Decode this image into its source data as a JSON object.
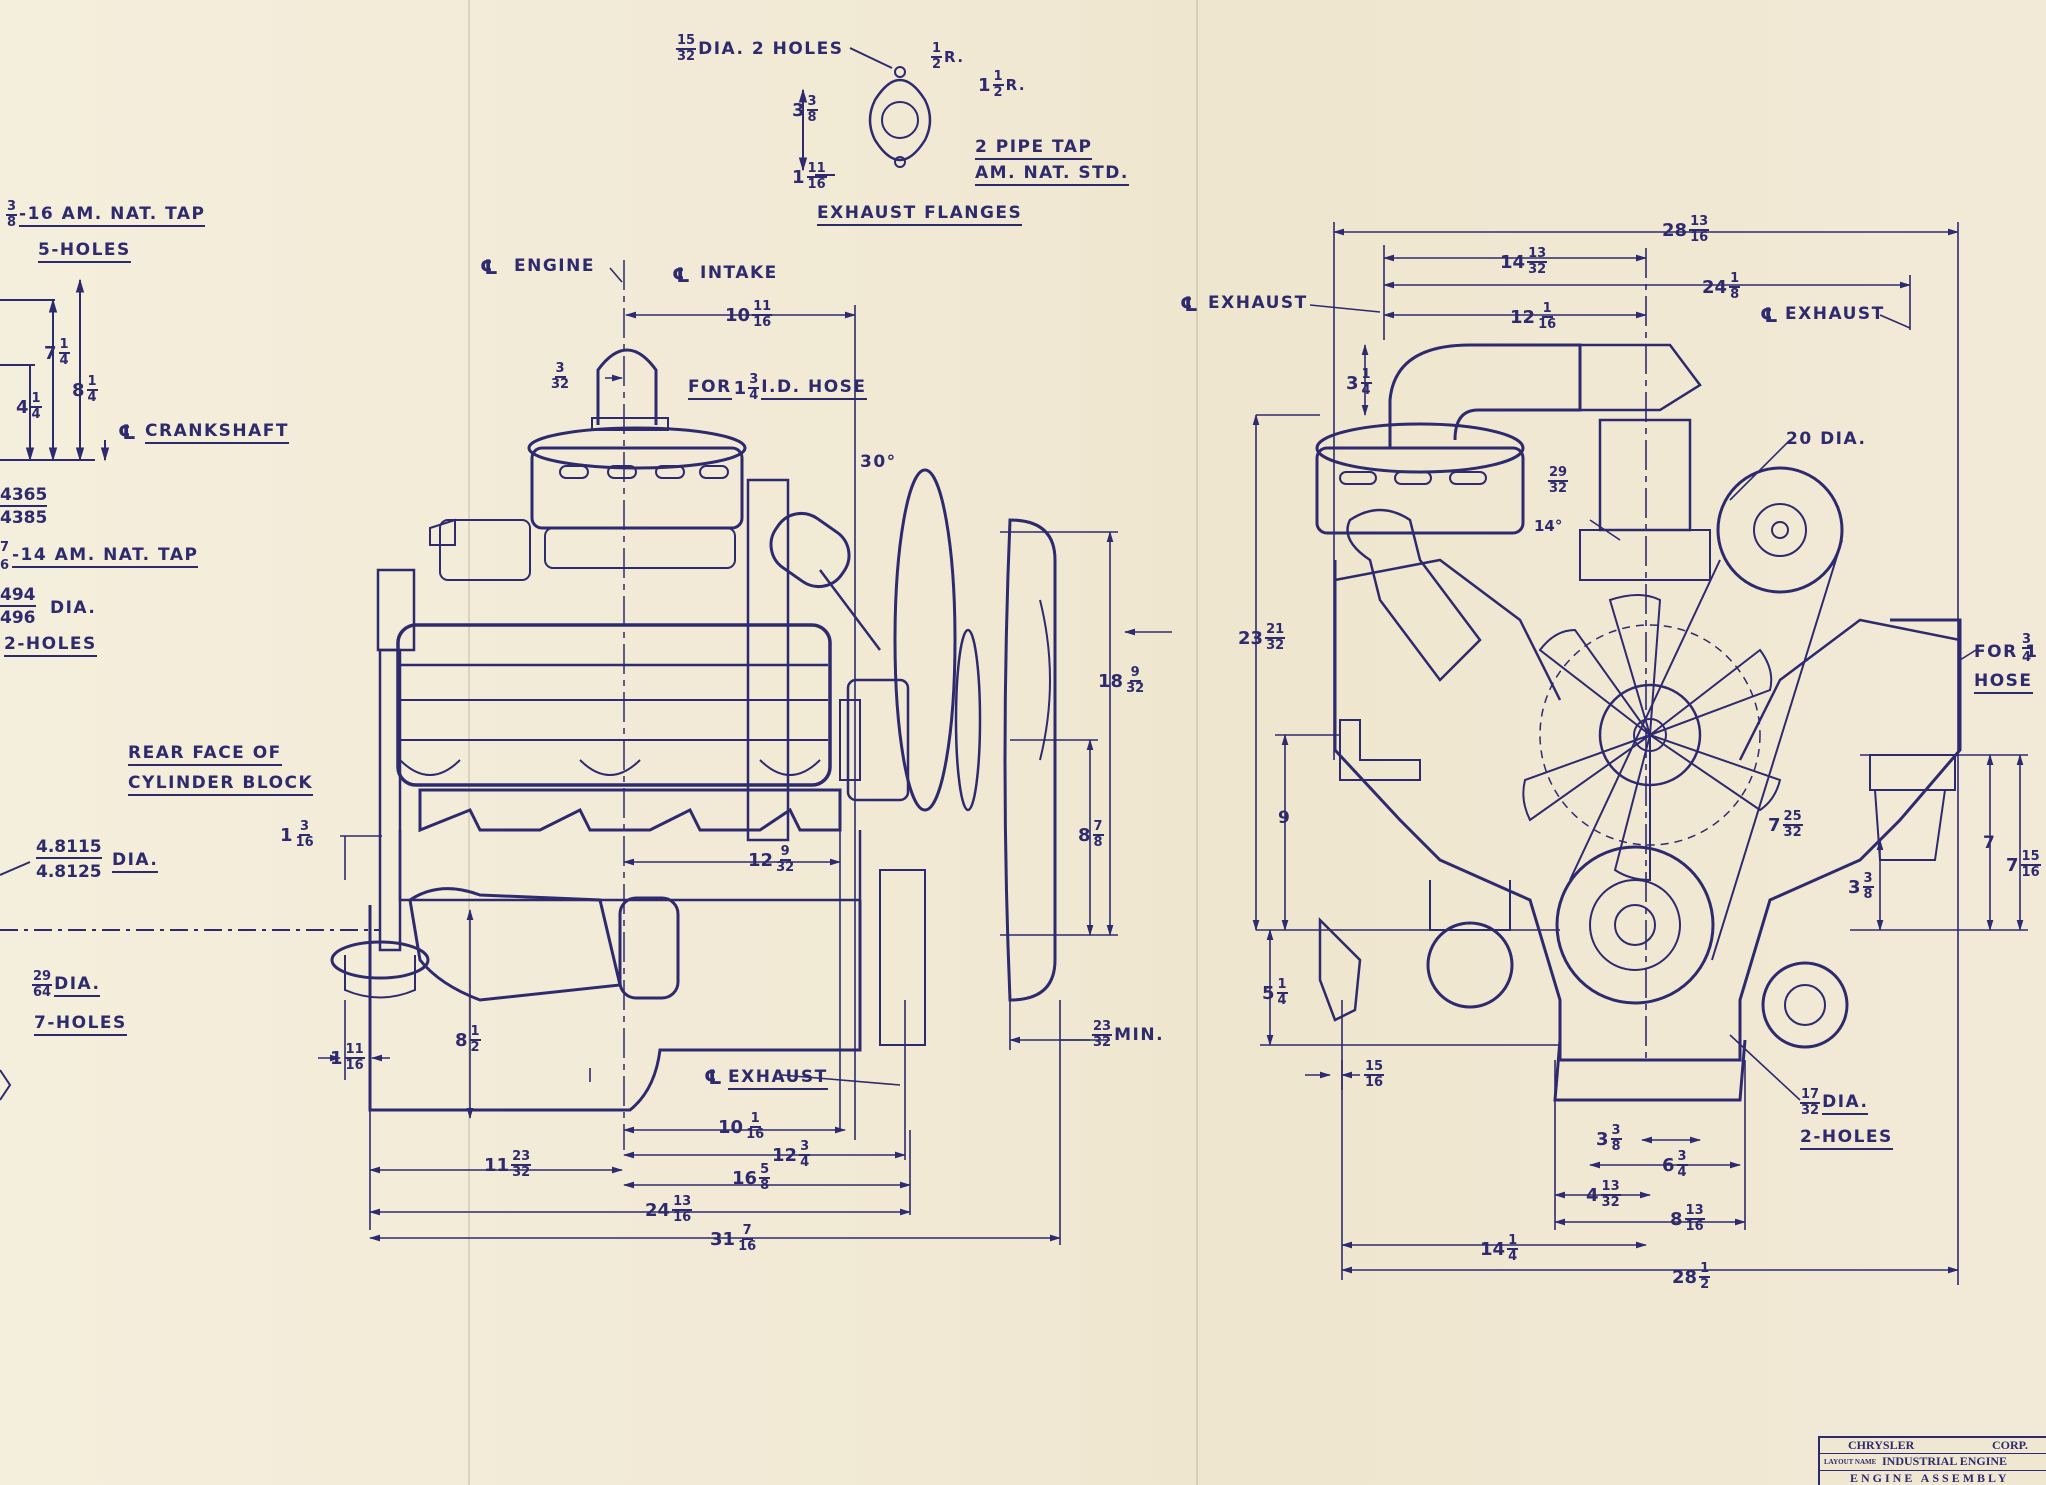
{
  "drawing": {
    "exhaust_flanges": {
      "title": "EXHAUST FLANGES",
      "hole_dia": {
        "num": "15",
        "den": "32",
        "text": "DIA. 2 HOLES"
      },
      "radius_small": {
        "num": "1",
        "den": "2",
        "text": "R."
      },
      "radius_large": {
        "whole": "1",
        "num": "1",
        "den": "2",
        "text": "R."
      },
      "height": {
        "whole": "3",
        "num": "3",
        "den": "8"
      },
      "offset": {
        "whole": "1",
        "num": "11",
        "den": "16"
      },
      "pipe_tap_line1": "2 PIPE TAP",
      "pipe_tap_line2": "AM. NAT. STD."
    },
    "left_edge": {
      "tap_spec": {
        "num": "3",
        "den": "8",
        "text": "-16 AM. NAT. TAP"
      },
      "holes5": "5-HOLES",
      "dim_7_1_4": {
        "whole": "7",
        "num": "1",
        "den": "4"
      },
      "dim_4_1_4": {
        "whole": "4",
        "num": "1",
        "den": "4"
      },
      "dim_8_1_4": {
        "whole": "8",
        "num": "1",
        "den": "4"
      },
      "crankshaft": "CRANKSHAFT",
      "bore1_a": "4365",
      "bore1_b": "4385",
      "tap14": "-14 AM. NAT. TAP",
      "tap14_den": "6",
      "tap14_num": "7",
      "dia_a": "494",
      "dia_b": "496",
      "dia_text": "DIA.",
      "holes2": "2-HOLES",
      "pilot_a": "4.8115",
      "pilot_b": "4.8125",
      "pilot_text": "DIA.",
      "bolt": {
        "num": "29",
        "den": "64",
        "text": "DIA."
      },
      "holes7": "7-HOLES"
    },
    "side_view": {
      "engine_cl": "ENGINE",
      "intake_cl": "INTAKE",
      "dim_top": {
        "whole": "10",
        "num": "11",
        "den": "16"
      },
      "dim_3_32": {
        "num": "3",
        "den": "32"
      },
      "hose": {
        "pre": "FOR",
        "whole": "1",
        "num": "3",
        "den": "4",
        "post": "I.D. HOSE"
      },
      "angle": "30°",
      "rear_face_1": "REAR FACE OF",
      "rear_face_2": "CYLINDER BLOCK",
      "dim_1_3_16": {
        "whole": "1",
        "num": "3",
        "den": "16"
      },
      "dim_18_9_32": {
        "whole": "18",
        "num": "9",
        "den": "32"
      },
      "dim_8_7_8": {
        "whole": "8",
        "num": "7",
        "den": "8"
      },
      "dim_12_9_32": {
        "whole": "12",
        "num": "9",
        "den": "32"
      },
      "dim_8_1_2": {
        "whole": "8",
        "num": "1",
        "den": "2"
      },
      "dim_1_11_16": {
        "whole": "1",
        "num": "11",
        "den": "16"
      },
      "dim_23_32": {
        "num": "23",
        "den": "32",
        "text": "MIN."
      },
      "exhaust_cl": "EXHAUST",
      "dim_10_1_16": {
        "whole": "10",
        "num": "1",
        "den": "16"
      },
      "dim_12_3_4": {
        "whole": "12",
        "num": "3",
        "den": "4"
      },
      "dim_11_23_32": {
        "whole": "11",
        "num": "23",
        "den": "32"
      },
      "dim_16_5_8": {
        "whole": "16",
        "num": "5",
        "den": "8"
      },
      "dim_24_13_16": {
        "whole": "24",
        "num": "13",
        "den": "16"
      },
      "dim_31_7_16": {
        "whole": "31",
        "num": "7",
        "den": "16"
      }
    },
    "front_view": {
      "exhaust_left": "EXHAUST",
      "exhaust_right": "EXHAUST",
      "dim_28_13_16": {
        "whole": "28",
        "num": "13",
        "den": "16"
      },
      "dim_14_13_32": {
        "whole": "14",
        "num": "13",
        "den": "32"
      },
      "dim_24_1_8": {
        "whole": "24",
        "num": "1",
        "den": "8"
      },
      "dim_12_1_16": {
        "whole": "12",
        "num": "1",
        "den": "16"
      },
      "dim_3_1_4": {
        "whole": "3",
        "num": "1",
        "den": "4"
      },
      "dia20": "20 DIA.",
      "dim_29_32": {
        "num": "29",
        "den": "32"
      },
      "angle14": "14°",
      "dim_23_21_32": {
        "whole": "23",
        "num": "21",
        "den": "32"
      },
      "hose_r1": "FOR 1",
      "hose_r_num": "3",
      "hose_r_den": "4",
      "hose_r2": "HOSE",
      "dim_9": "9",
      "dim_7_25_32": {
        "whole": "7",
        "num": "25",
        "den": "32"
      },
      "dim_7": "7",
      "dim_7_15_16": {
        "whole": "7",
        "num": "15",
        "den": "16"
      },
      "dim_3_3_8": {
        "whole": "3",
        "num": "3",
        "den": "8"
      },
      "dim_5_1_4": {
        "whole": "5",
        "num": "1",
        "den": "4"
      },
      "dim_15_16": {
        "num": "15",
        "den": "16"
      },
      "dia17": {
        "num": "17",
        "den": "32",
        "text": "DIA."
      },
      "holes2": "2-HOLES",
      "dim_3_3_8b": {
        "whole": "3",
        "num": "3",
        "den": "8"
      },
      "dim_6_3_4": {
        "whole": "6",
        "num": "3",
        "den": "4"
      },
      "dim_4_13_32": {
        "whole": "4",
        "num": "13",
        "den": "32"
      },
      "dim_8_13_16": {
        "whole": "8",
        "num": "13",
        "den": "16"
      },
      "dim_14_1_4": {
        "whole": "14",
        "num": "1",
        "den": "4"
      },
      "dim_28_1_2": {
        "whole": "28",
        "num": "1",
        "den": "2"
      }
    },
    "title_block": {
      "row1_left": "CHRYSLER",
      "row1_right": "CORP.",
      "row2_label": "LAYOUT NAME",
      "row2_value": "INDUSTRIAL ENGINE",
      "row3": "ENGINE ASSEMBLY"
    }
  }
}
